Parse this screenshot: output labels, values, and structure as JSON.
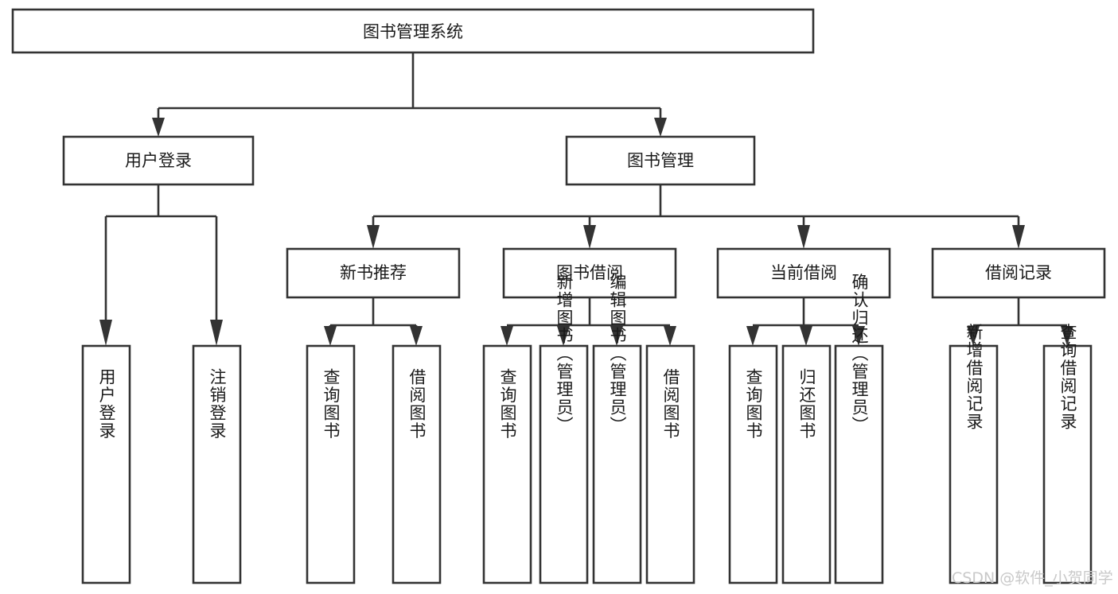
{
  "diagram": {
    "title": "图书管理系统",
    "type": "tree-hierarchy-chart",
    "watermark": "CSDN @软件_小贺同学",
    "root": {
      "id": "root",
      "label": "图书管理系统"
    },
    "level2": [
      {
        "id": "user-login",
        "label": "用户登录"
      },
      {
        "id": "book-manage",
        "label": "图书管理"
      }
    ],
    "level3": [
      {
        "id": "new-book-rec",
        "label": "新书推荐"
      },
      {
        "id": "book-borrow",
        "label": "图书借阅"
      },
      {
        "id": "current-borrow",
        "label": "当前借阅"
      },
      {
        "id": "borrow-record",
        "label": "借阅记录"
      }
    ],
    "leaves": [
      {
        "id": "leaf-user-login",
        "label": "用户登录"
      },
      {
        "id": "leaf-logout-login",
        "label": "注销登录"
      },
      {
        "id": "leaf-query-book-1",
        "label": "查询图书"
      },
      {
        "id": "leaf-borrow-book-1",
        "label": "借阅图书"
      },
      {
        "id": "leaf-query-book-2",
        "label": "查询图书"
      },
      {
        "id": "leaf-add-book-admin",
        "label": "新增图书（管理员）"
      },
      {
        "id": "leaf-edit-book-admin",
        "label": "编辑图书（管理员）"
      },
      {
        "id": "leaf-borrow-book-2",
        "label": "借阅图书"
      },
      {
        "id": "leaf-query-book-3",
        "label": "查询图书"
      },
      {
        "id": "leaf-return-book",
        "label": "归还图书"
      },
      {
        "id": "leaf-confirm-return-admin",
        "label": "确认归还（管理员）"
      },
      {
        "id": "leaf-add-borrow-record",
        "label": "新增借阅记录"
      },
      {
        "id": "leaf-query-borrow-record",
        "label": "查询借阅记录"
      }
    ],
    "colors": {
      "stroke": "#333333",
      "fill": "#ffffff",
      "text": "#1a1a1a",
      "watermark": "#c9c9c9",
      "background": "#ffffff"
    }
  }
}
